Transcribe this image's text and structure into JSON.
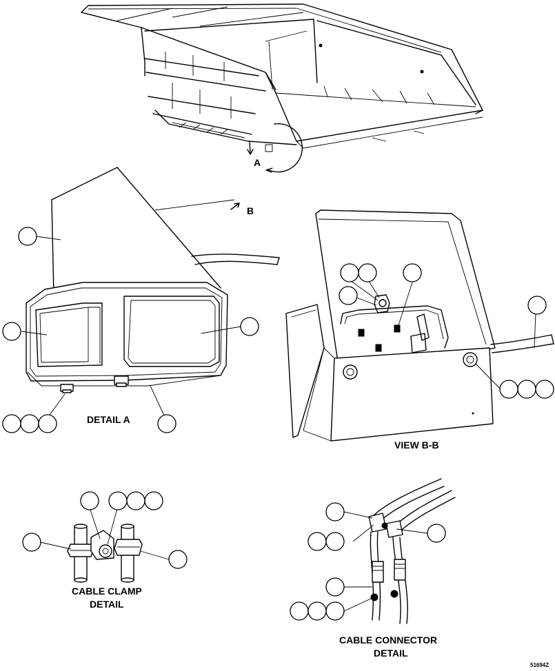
{
  "labels": {
    "view_a_marker": "A",
    "view_b_marker": "B",
    "detail_a": "DETAIL A",
    "view_bb": "VIEW B-B",
    "cable_clamp_line1": "CABLE CLAMP",
    "cable_clamp_line2": "DETAIL",
    "cable_connector_line1": "CABLE CONNECTOR",
    "cable_connector_line2": "DETAIL",
    "figure_id": "51694Z"
  }
}
